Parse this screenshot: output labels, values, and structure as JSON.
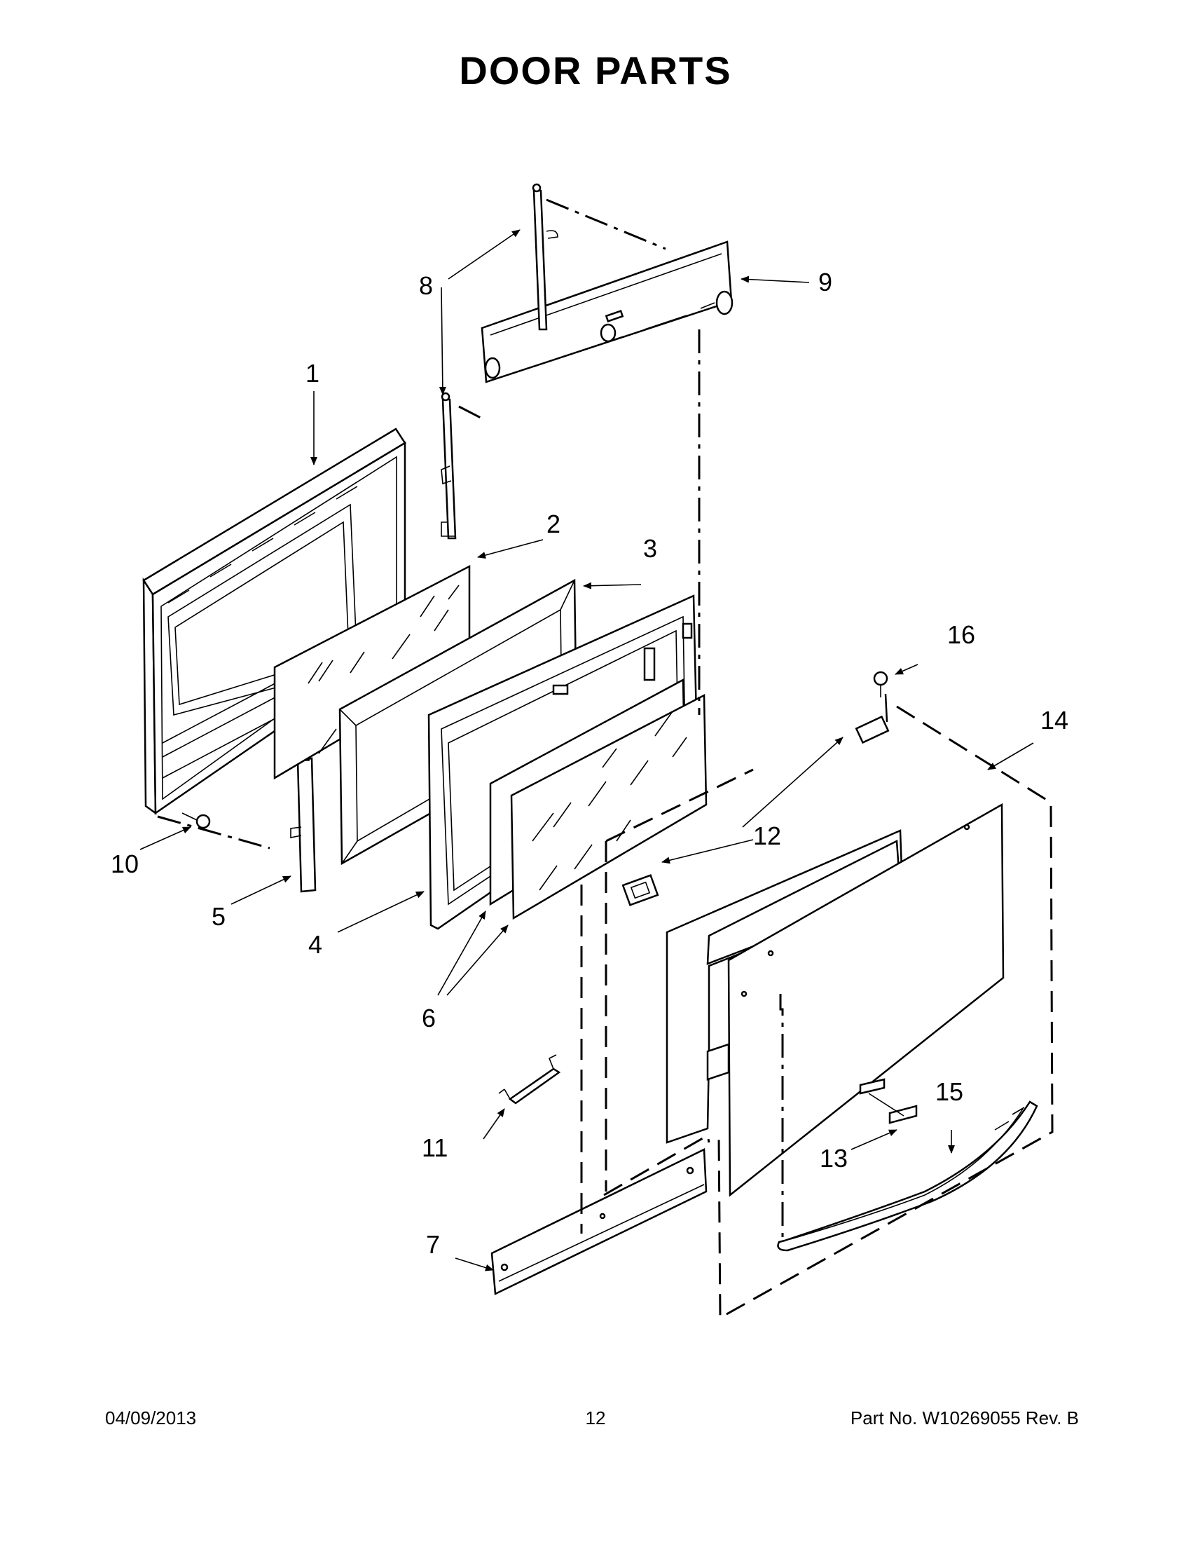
{
  "title": "DOOR PARTS",
  "callouts": {
    "c1": "1",
    "c2": "2",
    "c3": "3",
    "c4": "4",
    "c5": "5",
    "c6": "6",
    "c7": "7",
    "c8a": "8",
    "c8b": "8",
    "c9": "9",
    "c10": "10",
    "c11": "11",
    "c12a": "12",
    "c12b": "12",
    "c13": "13",
    "c14": "14",
    "c15": "15",
    "c16": "16"
  },
  "footer": {
    "date": "04/09/2013",
    "page": "12",
    "part_no": "Part No.  W10269055  Rev.  B"
  }
}
